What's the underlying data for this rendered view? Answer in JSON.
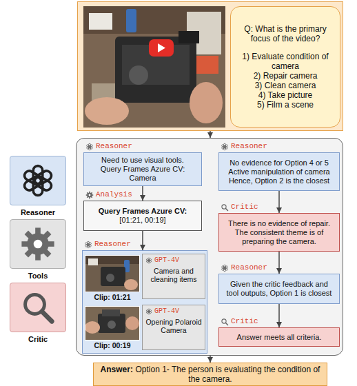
{
  "diagram": {
    "nodes": [
      {
        "text": []
      },
      {
        "text": [
          "Q: What is the primary focus of the video?",
          "1) Evaluate condition of camera",
          "2) Repair camera",
          "3) Clean camera",
          "4) Take picture",
          "5) Film a scene"
        ],
        "in": 0
      },
      {
        "text": []
      },
      {
        "text": [
          "Reasoner",
          "Need to use visual tools.",
          "Query Frames Azure CV: Camera"
        ],
        "in": 2
      },
      {
        "text": [
          "Analysis",
          "Query Frames Azure CV:",
          "[01:21, 00:19]"
        ],
        "in": 2
      },
      {
        "text": [
          "Reasoner"
        ],
        "in": 2
      },
      {
        "text": [
          "Clip: 01:21"
        ],
        "in": 5
      },
      {
        "text": [
          "GPT-4V",
          "Camera and cleaning items"
        ],
        "in": 5
      },
      {
        "text": [
          "Clip: 00:19"
        ],
        "in": 5
      },
      {
        "text": [
          "GPT-4V",
          "Opening Polaroid Camera"
        ],
        "in": 5
      },
      {
        "text": [
          "Reasoner",
          "No evidence for Option 4 or 5 Active manipulation of camera Hence, Option 2 is the closest"
        ],
        "in": 2
      },
      {
        "text": [
          "Critic",
          "There is no evidence of repair. The consistent theme is of preparing the camera."
        ],
        "in": 2
      },
      {
        "text": [
          "Reasoner",
          "Given the critic feedback and tool outputs, Option 1 is closest"
        ],
        "in": 2
      },
      {
        "text": [
          "Critic",
          "Answer meets all criteria."
        ],
        "in": 2
      },
      {
        "text": [
          "Answer:",
          "Option 1- The person is evaluating the condition of the camera."
        ]
      }
    ],
    "edges": [
      {
        "from": 0,
        "to": 2,
        "arrow": "to"
      },
      {
        "from": 3,
        "to": 4,
        "arrow": "to"
      },
      {
        "from": 4,
        "to": 5,
        "arrow": "to"
      },
      {
        "from": 10,
        "to": 11,
        "arrow": "to"
      },
      {
        "from": 11,
        "to": 12,
        "arrow": "to"
      },
      {
        "from": 12,
        "to": 13,
        "arrow": "to"
      },
      {
        "from": 2,
        "to": 14,
        "arrow": "to"
      }
    ],
    "legend": [
      {
        "text": "Reasoner"
      },
      {
        "text": "Tools"
      },
      {
        "text": "Critic"
      }
    ]
  }
}
